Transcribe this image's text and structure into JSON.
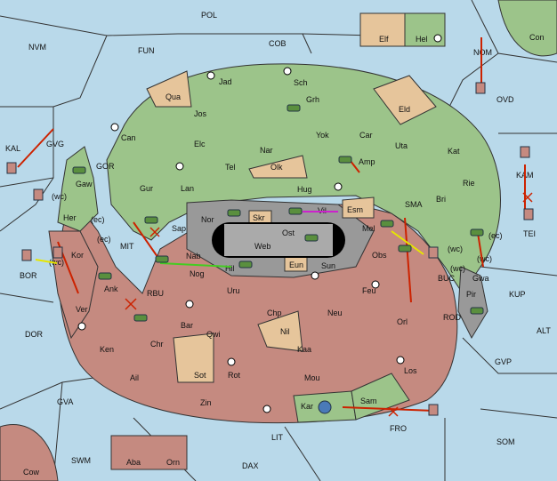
{
  "colors": {
    "sea": "#b9d9ea",
    "green_power": "#9cc48a",
    "red_power": "#c58a80",
    "neutral_land": "#e6c59b",
    "impassable": "#999999",
    "move_arrow": "#cc2200",
    "support_arrow_yellow": "#e6e600",
    "support_arrow_green": "#44cc22",
    "convoy_arrow": "#cc22cc"
  },
  "sea_labels": [
    "POL",
    "NVM",
    "FUN",
    "COB",
    "NOM",
    "OVD",
    "Con",
    "KAL",
    "GVG",
    "GOR",
    "MIT",
    "BOR",
    "RBU",
    "SMA",
    "BUC",
    "ROD",
    "KUP",
    "TEI",
    "KAM",
    "ALT",
    "GVP",
    "SOM",
    "FRO",
    "LIT",
    "GVA",
    "SWM",
    "DAX",
    "DOR"
  ],
  "land_labels": [
    "Elf",
    "Hel",
    "Jad",
    "Sch",
    "Qua",
    "Grh",
    "Jos",
    "Eld",
    "Can",
    "Yok",
    "Car",
    "Elc",
    "Nar",
    "Tel",
    "Olk",
    "Amp",
    "Uta",
    "Kat",
    "Gur",
    "Lan",
    "Hug",
    "Rie",
    "Bri",
    "Gaw",
    "Her",
    "Nor",
    "Skr",
    "Vil",
    "Esm",
    "Sap",
    "Ost",
    "Web",
    "Mel",
    "Kor",
    "Nab",
    "Hil",
    "Sun",
    "Obs",
    "Eun",
    "Nog",
    "Pir",
    "Ank",
    "Uru",
    "Feu",
    "Gwa",
    "Ver",
    "Chp",
    "Neu",
    "Orl",
    "Bar",
    "Qwi",
    "Nil",
    "Ken",
    "Chr",
    "Kaa",
    "Ail",
    "Sot",
    "Rot",
    "Mou",
    "Los",
    "Zin",
    "Kar",
    "Sam",
    "Aba",
    "Orn",
    "Cow"
  ],
  "annotations": [
    "(wc)",
    "(ec)",
    "(ec)",
    "(wc)",
    "(ec)",
    "(wc)",
    "(wc)",
    "(wc)"
  ],
  "units": [
    "army",
    "fleet"
  ],
  "legend": {}
}
